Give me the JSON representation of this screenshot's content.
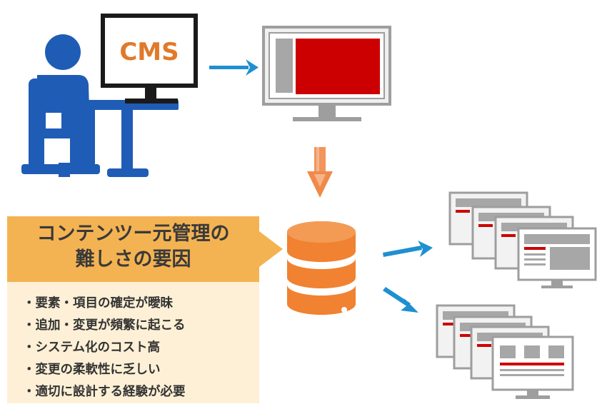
{
  "monitor_label": "CMS",
  "callout": {
    "title_line1": "コンテンツー元管理の",
    "title_line2": "難しさの要因",
    "reasons": [
      "要素・項目の確定が曖昧",
      "追加・変更が頻繁に起こる",
      "システム化のコスト高",
      "変更の柔軟性に乏しい",
      "適切に設計する経験が必要"
    ]
  },
  "colors": {
    "person": "#1f5cb6",
    "cms_text": "#e07a2a",
    "red_panel": "#cc0000",
    "arrow_blue": "#1f8fd0",
    "arrow_orange": "#f08a4a",
    "database": "#f08232",
    "callout_header": "#f4b352",
    "callout_body": "#fdf0d6"
  },
  "icons": [
    "person-at-desk-icon",
    "cms-monitor-icon",
    "preview-monitor-icon",
    "database-icon",
    "web-pages-icon"
  ]
}
